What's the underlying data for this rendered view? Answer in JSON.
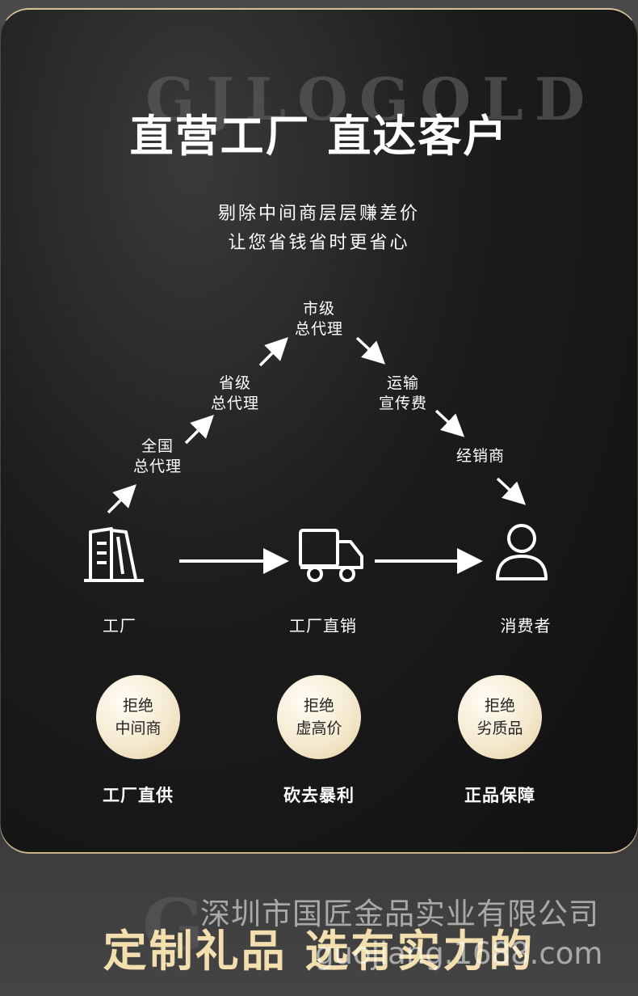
{
  "watermark_text": "GJLOGOLD",
  "headline": "直营工厂 直达客户",
  "subtitle": [
    "剔除中间商层层赚差价",
    "让您省钱省时更省心"
  ],
  "chain": {
    "national_agent": [
      "全国",
      "总代理"
    ],
    "provincial_agent": [
      "省级",
      "总代理"
    ],
    "city_agent": [
      "市级",
      "总代理"
    ],
    "shipping": [
      "运输",
      "宣传费"
    ],
    "dealer": "经销商"
  },
  "flow": {
    "factory": "工厂",
    "direct_sale": "工厂直销",
    "consumer": "消费者"
  },
  "badges": [
    {
      "line1": "拒绝",
      "line2": "中间商",
      "caption": "工厂直供"
    },
    {
      "line1": "拒绝",
      "line2": "虚高价",
      "caption": "砍去暴利"
    },
    {
      "line1": "拒绝",
      "line2": "劣质品",
      "caption": "正品保障"
    }
  ],
  "slogan": "定制礼品 选有实力的",
  "overlay": {
    "company": "深圳市国匠金品实业有限公司",
    "site": "guojiang.1688.com"
  },
  "colors": {
    "card": "#151515",
    "gold": "#f3dfae",
    "badge": "#f5ead0"
  },
  "icons": [
    "building-icon",
    "truck-icon",
    "person-icon",
    "arrow-icon"
  ]
}
